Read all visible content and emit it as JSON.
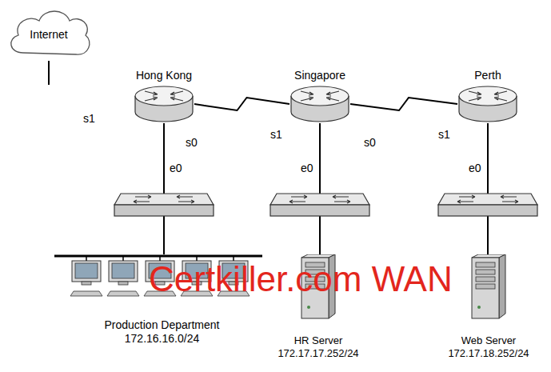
{
  "diagram": {
    "nodes": [
      {
        "text": [
          "Internet"
        ]
      },
      {
        "text": [
          "Hong Kong"
        ]
      },
      {
        "text": [
          "Singapore"
        ]
      },
      {
        "text": [
          "Perth"
        ]
      },
      {
        "text": [
          "Production Department",
          "172.16.16.0/24"
        ]
      },
      {
        "text": [
          "HR Server",
          "172.17.17.252/24"
        ]
      },
      {
        "text": [
          "Web Server",
          "172.17.18.252/24"
        ]
      }
    ],
    "edges": [
      {
        "from": 0,
        "to": 1,
        "arrow": "none"
      },
      {
        "from": 1,
        "to": 2,
        "arrow": "none"
      },
      {
        "from": 2,
        "to": 3,
        "arrow": "none"
      },
      {
        "from": 1,
        "to": 4,
        "arrow": "none"
      },
      {
        "from": 2,
        "to": 5,
        "arrow": "none"
      },
      {
        "from": 3,
        "to": 6,
        "arrow": "none"
      }
    ],
    "labels": [
      "s1",
      "s0",
      "s1",
      "s0",
      "s1",
      "e0",
      "e0",
      "e0",
      "Certkiller.com WAN"
    ]
  }
}
